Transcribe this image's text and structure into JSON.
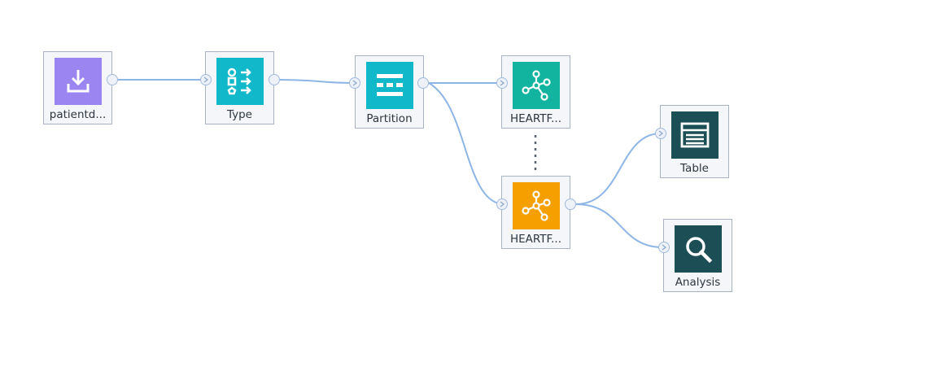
{
  "flow": {
    "nodes": [
      {
        "id": "source",
        "label": "patientd...",
        "icon": "import-icon",
        "color": "#9b85f0"
      },
      {
        "id": "type",
        "label": "Type",
        "icon": "type-icon",
        "color": "#10b8c9"
      },
      {
        "id": "partition",
        "label": "Partition",
        "icon": "partition-icon",
        "color": "#10b8c9"
      },
      {
        "id": "model",
        "label": "HEARTF...",
        "icon": "model-icon",
        "color": "#13b49f"
      },
      {
        "id": "nugget",
        "label": "HEARTF...",
        "icon": "model-icon",
        "color": "#f59f00"
      },
      {
        "id": "table",
        "label": "Table",
        "icon": "table-icon",
        "color": "#1c4f55"
      },
      {
        "id": "analysis",
        "label": "Analysis",
        "icon": "search-icon",
        "color": "#1c4f55"
      }
    ],
    "links": [
      [
        "source",
        "type"
      ],
      [
        "type",
        "partition"
      ],
      [
        "partition",
        "model"
      ],
      [
        "partition",
        "nugget"
      ],
      [
        "nugget",
        "table"
      ],
      [
        "nugget",
        "analysis"
      ]
    ],
    "model_link": [
      "model",
      "nugget"
    ]
  }
}
